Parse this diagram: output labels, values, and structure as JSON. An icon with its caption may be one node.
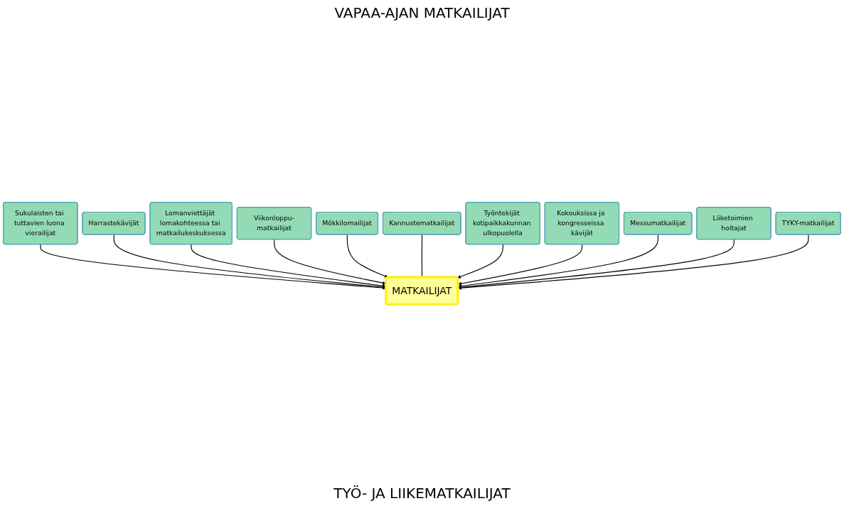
{
  "diagram": {
    "nodes": [
      {
        "text": [
          "MATKAILIJAT"
        ]
      },
      {
        "text": [
          "Sukulaisten tai tuttavien luona vierailijat"
        ]
      },
      {
        "text": [
          "Harrastekävijät"
        ]
      },
      {
        "text": [
          "Lomanviettäjät lomakohteessa tai matkailukeskuksessa"
        ]
      },
      {
        "text": [
          "Viikonloppu-matkailijat"
        ]
      },
      {
        "text": [
          "Mökkilomailijat"
        ]
      },
      {
        "text": [
          "Kannustematkailijat"
        ]
      },
      {
        "text": [
          "Työntekijät kotipaikkakunnan ulkopuolella"
        ]
      },
      {
        "text": [
          "Kokouksissa ja kongresseissa kävijät"
        ]
      },
      {
        "text": [
          "Messumatkailijat"
        ]
      },
      {
        "text": [
          "Liiketoimien hoitajat"
        ]
      },
      {
        "text": [
          "TYKY-matkailijat"
        ]
      }
    ],
    "edges": [
      {
        "from": 1,
        "to": 0,
        "arrow": "to"
      },
      {
        "from": 2,
        "to": 0,
        "arrow": "to"
      },
      {
        "from": 3,
        "to": 0,
        "arrow": "to"
      },
      {
        "from": 4,
        "to": 0,
        "arrow": "to"
      },
      {
        "from": 5,
        "to": 0,
        "arrow": "to"
      },
      {
        "from": 6,
        "to": 0,
        "arrow": "none"
      },
      {
        "from": 7,
        "to": 0,
        "arrow": "to"
      },
      {
        "from": 8,
        "to": 0,
        "arrow": "to"
      },
      {
        "from": 9,
        "to": 0,
        "arrow": "to"
      },
      {
        "from": 10,
        "to": 0,
        "arrow": "to"
      },
      {
        "from": 11,
        "to": 0,
        "arrow": "to"
      }
    ],
    "labels": [
      "VAPAA-AJAN MATKAILIJAT",
      "TYÖ- JA LIIKEMATKAILIJAT"
    ]
  }
}
